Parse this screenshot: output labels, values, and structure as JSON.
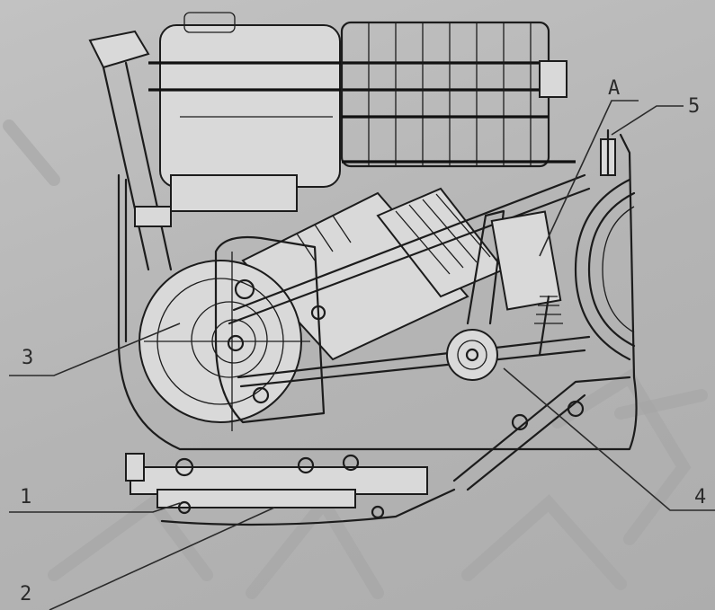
{
  "callouts": [
    {
      "id": "1",
      "text": "1"
    },
    {
      "id": "2",
      "text": "2"
    },
    {
      "id": "3",
      "text": "3"
    },
    {
      "id": "4",
      "text": "4"
    },
    {
      "id": "5",
      "text": "5"
    },
    {
      "id": "A",
      "text": "A"
    }
  ]
}
